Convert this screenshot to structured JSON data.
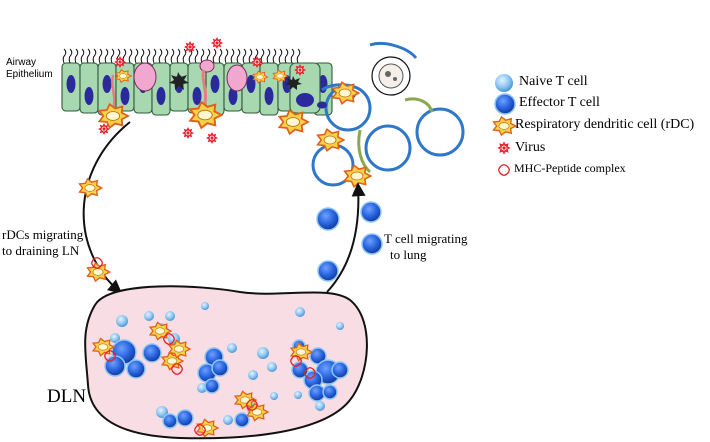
{
  "labels": {
    "airway": "Airway",
    "epithelium": "Epithelium",
    "rdc_migrating_line1": "rDCs migrating",
    "rdc_migrating_line2": "to draining LN",
    "tcell_migrating_line1": "T cell migrating",
    "tcell_migrating_line2": "to lung",
    "dln": "DLN"
  },
  "legend": [
    {
      "icon": "naive-t-cell-icon",
      "label": "Naive T cell"
    },
    {
      "icon": "effector-t-cell-icon",
      "label": "Effector T cell"
    },
    {
      "icon": "respiratory-dendritic-cell-icon",
      "label": "Respiratory dendritic cell (rDC)"
    },
    {
      "icon": "virus-icon",
      "label": "Virus"
    },
    {
      "icon": "mhc-peptide-complex-icon",
      "label": "MHC-Peptide complex"
    }
  ],
  "colors": {
    "epithelium": "#a8d8b0",
    "epithelium_stroke": "#2e5a3a",
    "nucleus": "#2a2a9c",
    "goblet": "#f0a8d0",
    "dln_fill": "#f8dde4",
    "naive": "#8ec6f2",
    "effector": "#2a66e0",
    "rdc": "#f6d24a",
    "rdc_stroke": "#e0601a",
    "virus": "#e8202a",
    "vessel": "#2f77c8"
  }
}
